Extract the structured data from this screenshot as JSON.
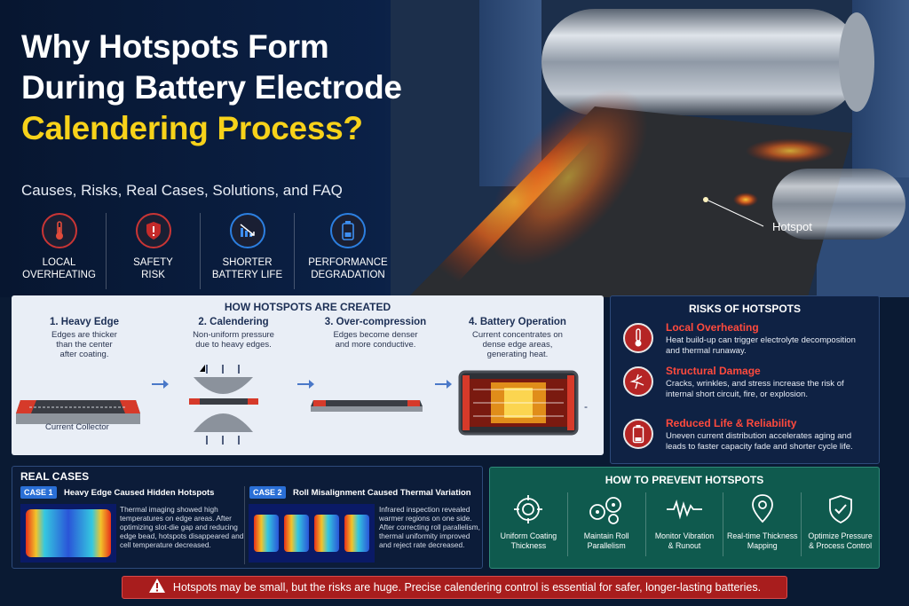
{
  "hero": {
    "title_line1": "Why Hotspots Form",
    "title_line2": "During Battery Electrode",
    "title_line3": "Calendering Process?",
    "subtitle": "Causes, Risks, Real Cases, Solutions, and FAQ",
    "hotspot_label": "Hotspot",
    "features": [
      {
        "label": "LOCAL\nOVERHEATING",
        "icon": "thermometer-icon"
      },
      {
        "label": "SAFETY\nRISK",
        "icon": "shield-alert-icon"
      },
      {
        "label": "SHORTER\nBATTERY LIFE",
        "icon": "chart-down-icon"
      },
      {
        "label": "PERFORMANCE\nDEGRADATION",
        "icon": "battery-icon"
      }
    ]
  },
  "created": {
    "title": "HOW HOTSPOTS ARE CREATED",
    "steps": [
      {
        "heading": "1. Heavy Edge",
        "desc": "Edges are thicker\nthan the center\nafter coating."
      },
      {
        "heading": "2. Calendering",
        "desc": "Non-uniform pressure\ndue to heavy edges."
      },
      {
        "heading": "3. Over-compression",
        "desc": "Edges become denser\nand more conductive."
      },
      {
        "heading": "4. Battery Operation",
        "desc": "Current concentrates on\ndense edge areas,\ngenerating heat."
      }
    ],
    "collector_label": "Current Collector",
    "minus_sign": "-"
  },
  "risks": {
    "title": "RISKS OF HOTSPOTS",
    "items": [
      {
        "heading": "Local Overheating",
        "desc": "Heat build-up can trigger electrolyte decomposition and thermal runaway.",
        "icon": "thermometer-icon"
      },
      {
        "heading": "Structural Damage",
        "desc": "Cracks, wrinkles, and stress increase the risk of internal short circuit, fire, or explosion.",
        "icon": "crack-icon"
      },
      {
        "heading": "Reduced Life & Reliability",
        "desc": "Uneven current distribution accelerates aging and leads to faster capacity fade and shorter cycle life.",
        "icon": "battery-low-icon"
      }
    ]
  },
  "cases": {
    "title": "REAL CASES",
    "case1": {
      "badge": "CASE 1",
      "heading": "Heavy Edge Caused Hidden Hotspots",
      "desc": "Thermal imaging showed high temperatures on edge areas. After optimizing slot-die gap and reducing edge bead, hotspots disappeared and cell temperature decreased."
    },
    "case2": {
      "badge": "CASE 2",
      "heading": "Roll Misalignment Caused Thermal Variation",
      "desc": "Infrared inspection revealed warmer regions on one side. After correcting roll parallelism, thermal uniformity improved and reject rate decreased."
    }
  },
  "prevent": {
    "title": "HOW TO PREVENT HOTSPOTS",
    "items": [
      {
        "label": "Uniform Coating\nThickness",
        "icon": "target-icon"
      },
      {
        "label": "Maintain Roll\nParallelism",
        "icon": "rollers-icon"
      },
      {
        "label": "Monitor Vibration\n& Runout",
        "icon": "waveform-icon"
      },
      {
        "label": "Real-time Thickness\nMapping",
        "icon": "location-pin-icon"
      },
      {
        "label": "Optimize Pressure\n& Process Control",
        "icon": "shield-check-icon"
      }
    ]
  },
  "banner": {
    "text": "Hotspots may be small, but the risks are huge.  Precise calendering control is essential for safer, longer-lasting batteries.",
    "icon": "warning-icon"
  },
  "colors": {
    "accent_yellow": "#f7d21a",
    "risk_red": "#ff4a3d",
    "prevent_green": "#0f5a4e",
    "banner_red": "#a81d1d",
    "navy": "#0a1a33"
  }
}
